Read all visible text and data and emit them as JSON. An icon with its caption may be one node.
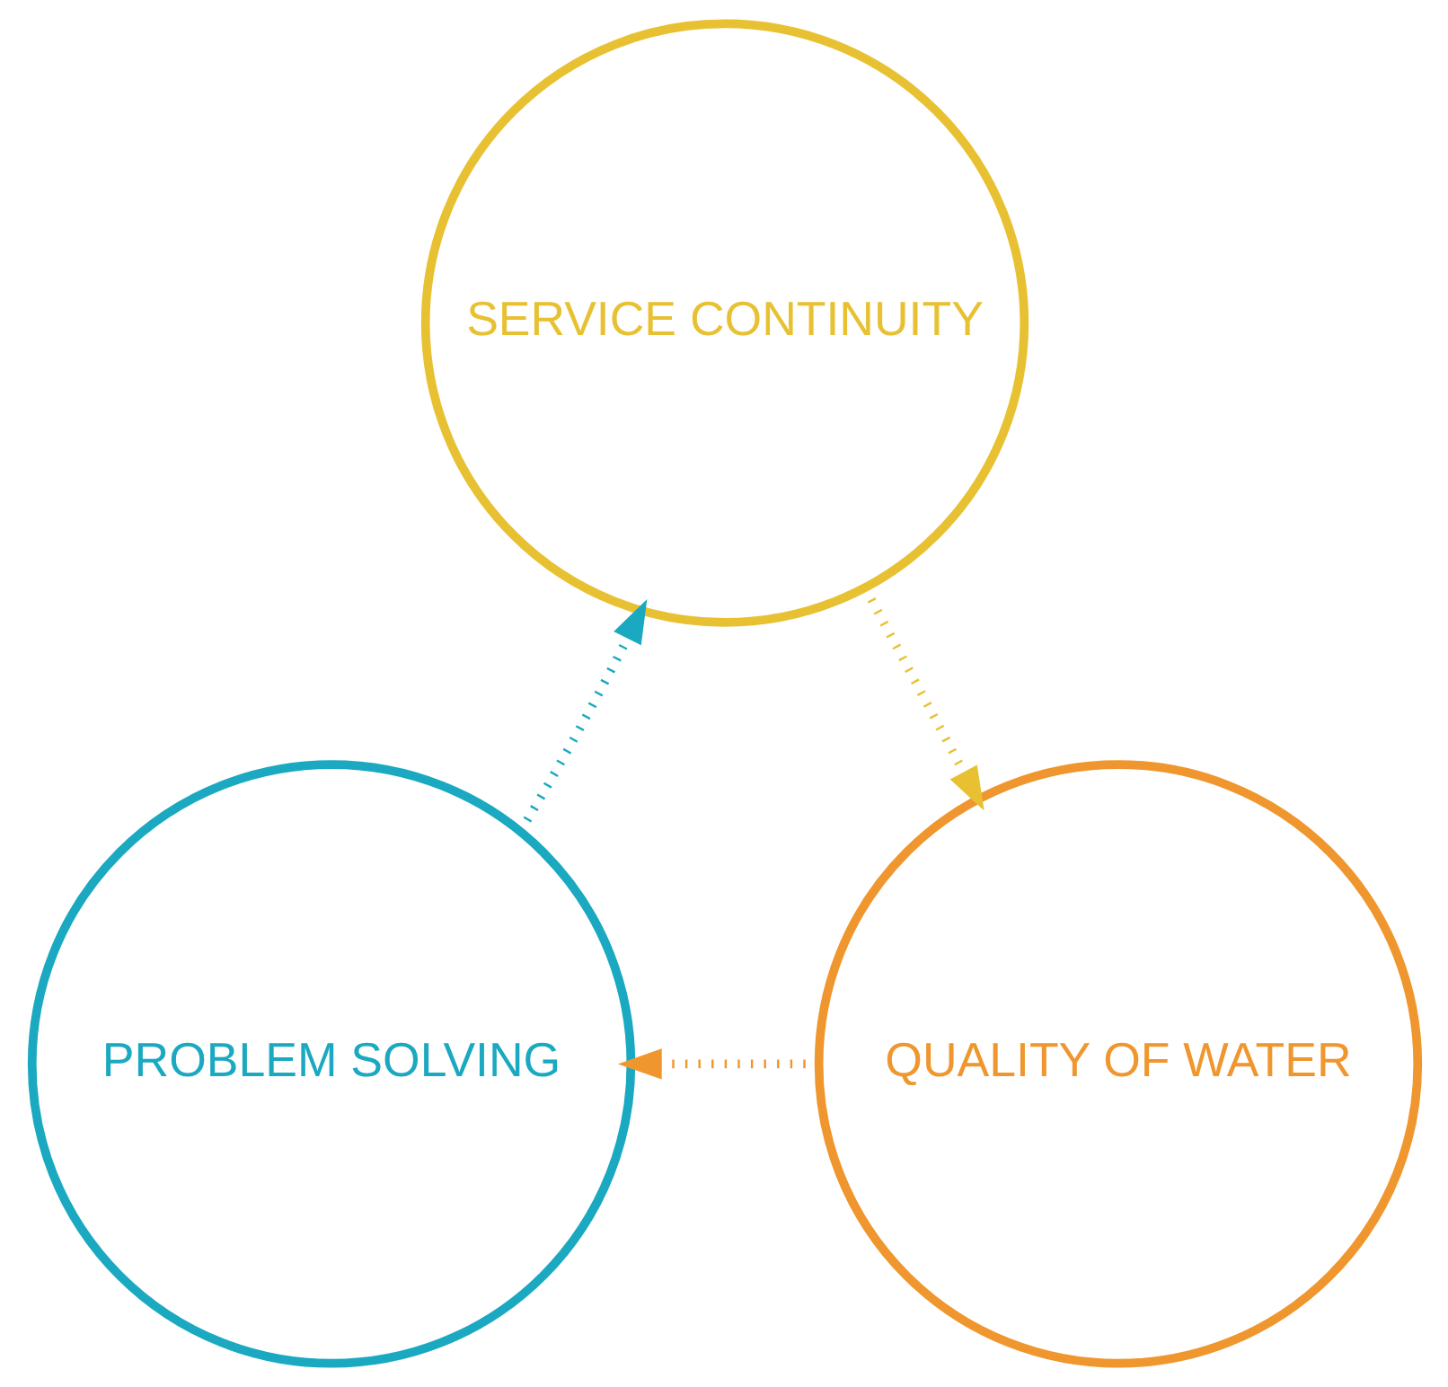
{
  "diagram": {
    "nodes": [
      {
        "text": [
          "SERVICE CONTINUITY"
        ]
      },
      {
        "text": [
          "PROBLEM SOLVING"
        ]
      },
      {
        "text": [
          "QUALITY OF WATER"
        ]
      }
    ],
    "edges": [
      {
        "from": 0,
        "to": 2,
        "arrow": "to",
        "style": "dashed",
        "color": "#e8c133"
      },
      {
        "from": 2,
        "to": 1,
        "arrow": "to",
        "style": "dashed",
        "color": "#f0962e"
      },
      {
        "from": 1,
        "to": 0,
        "arrow": "to",
        "style": "dashed",
        "color": "#1aa9c0"
      }
    ]
  }
}
